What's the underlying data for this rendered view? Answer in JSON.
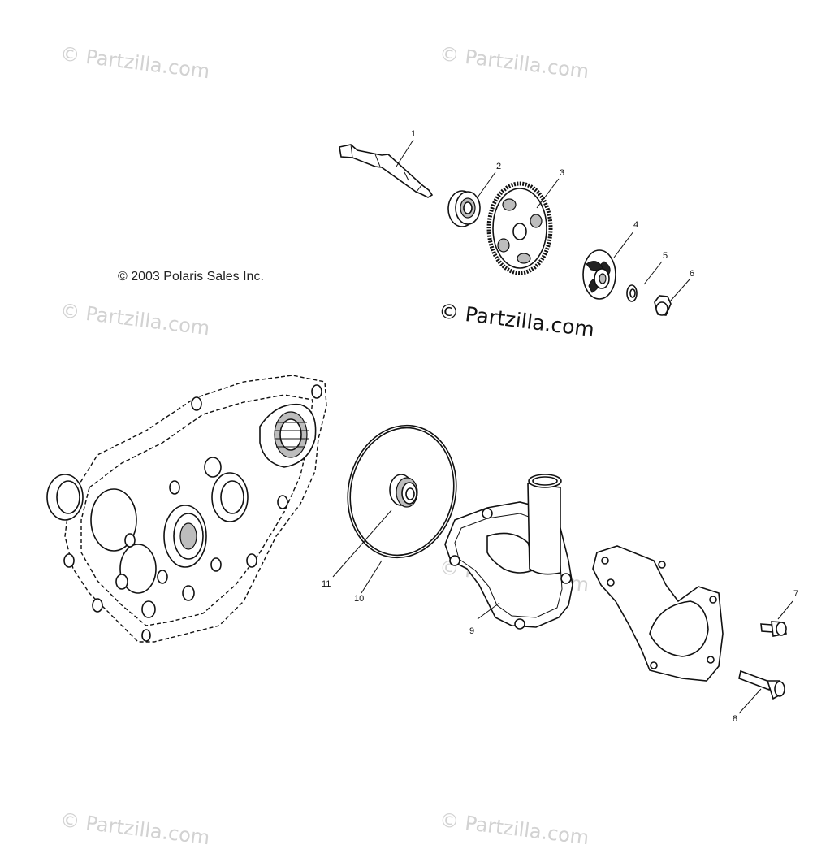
{
  "watermark": {
    "text": "© Partzilla.com",
    "main_text": "© Partzilla.com"
  },
  "copyright": "© 2003 Polaris Sales Inc.",
  "callouts": [
    {
      "id": "1",
      "label": "1"
    },
    {
      "id": "2",
      "label": "2"
    },
    {
      "id": "3",
      "label": "3"
    },
    {
      "id": "4",
      "label": "4"
    },
    {
      "id": "5",
      "label": "5"
    },
    {
      "id": "6",
      "label": "6"
    },
    {
      "id": "7",
      "label": "7"
    },
    {
      "id": "8",
      "label": "8"
    },
    {
      "id": "9",
      "label": "9"
    },
    {
      "id": "10",
      "label": "10"
    },
    {
      "id": "11",
      "label": "11"
    }
  ],
  "colors": {
    "line": "#111111",
    "watermark": "#d2d2d2",
    "background": "#ffffff"
  }
}
